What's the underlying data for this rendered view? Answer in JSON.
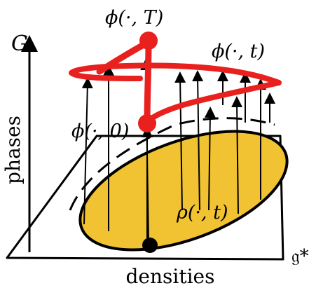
{
  "labels": {
    "axis_vertical": "G",
    "axis_vertical_title": "phases",
    "axis_horizontal_title": "densities",
    "plane_label": "𝔤*",
    "phi_T": "ϕ(·, T)",
    "phi_t": "ϕ(·, t)",
    "phi_0": "ϕ(·, 0)",
    "rho_t": "ρ(·, t)"
  },
  "colors": {
    "ellipse_fill": "#F1C232",
    "curve": "#E8201E",
    "ink": "#000000"
  }
}
